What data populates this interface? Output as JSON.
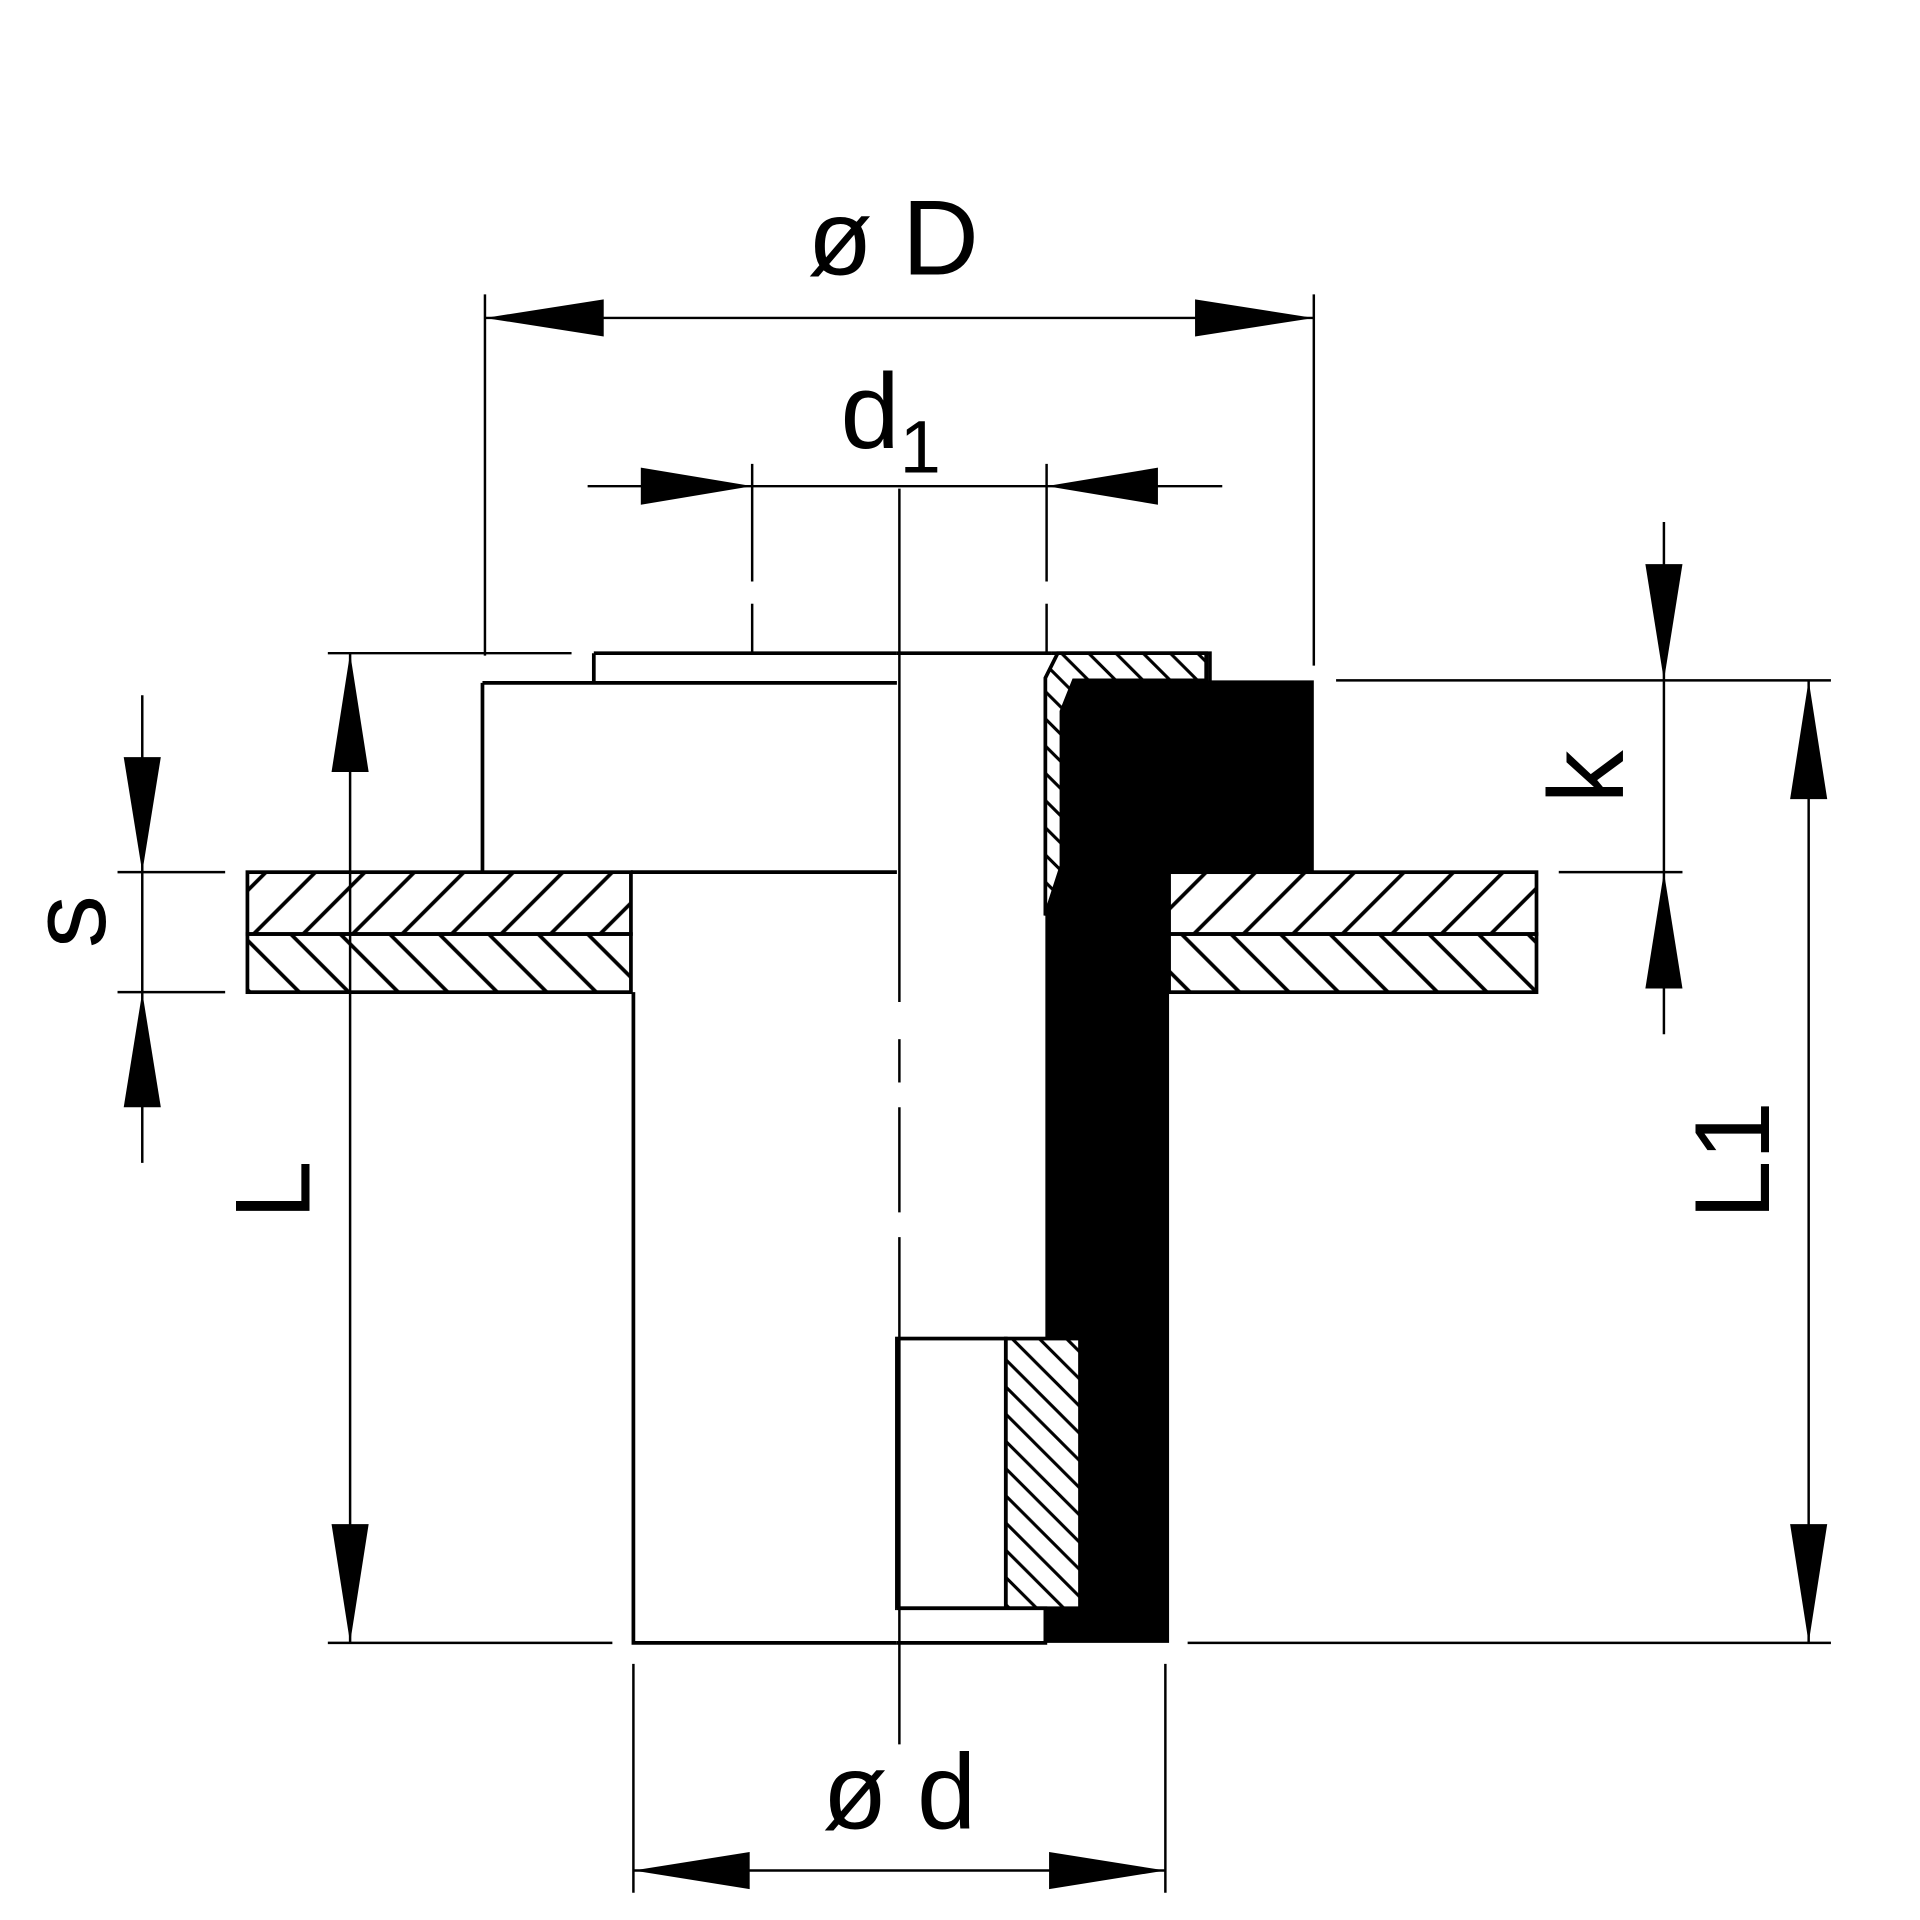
{
  "labels": {
    "outer_diameter": "ø D",
    "inner_diameter_top": "d",
    "inner_diameter_top_subscript": "1",
    "pipe_diameter": "ø d",
    "wall_thickness": "s",
    "length": "L",
    "length_1": "L1",
    "collar_height": "k"
  },
  "colors": {
    "line": "#000000",
    "background": "#ffffff"
  }
}
